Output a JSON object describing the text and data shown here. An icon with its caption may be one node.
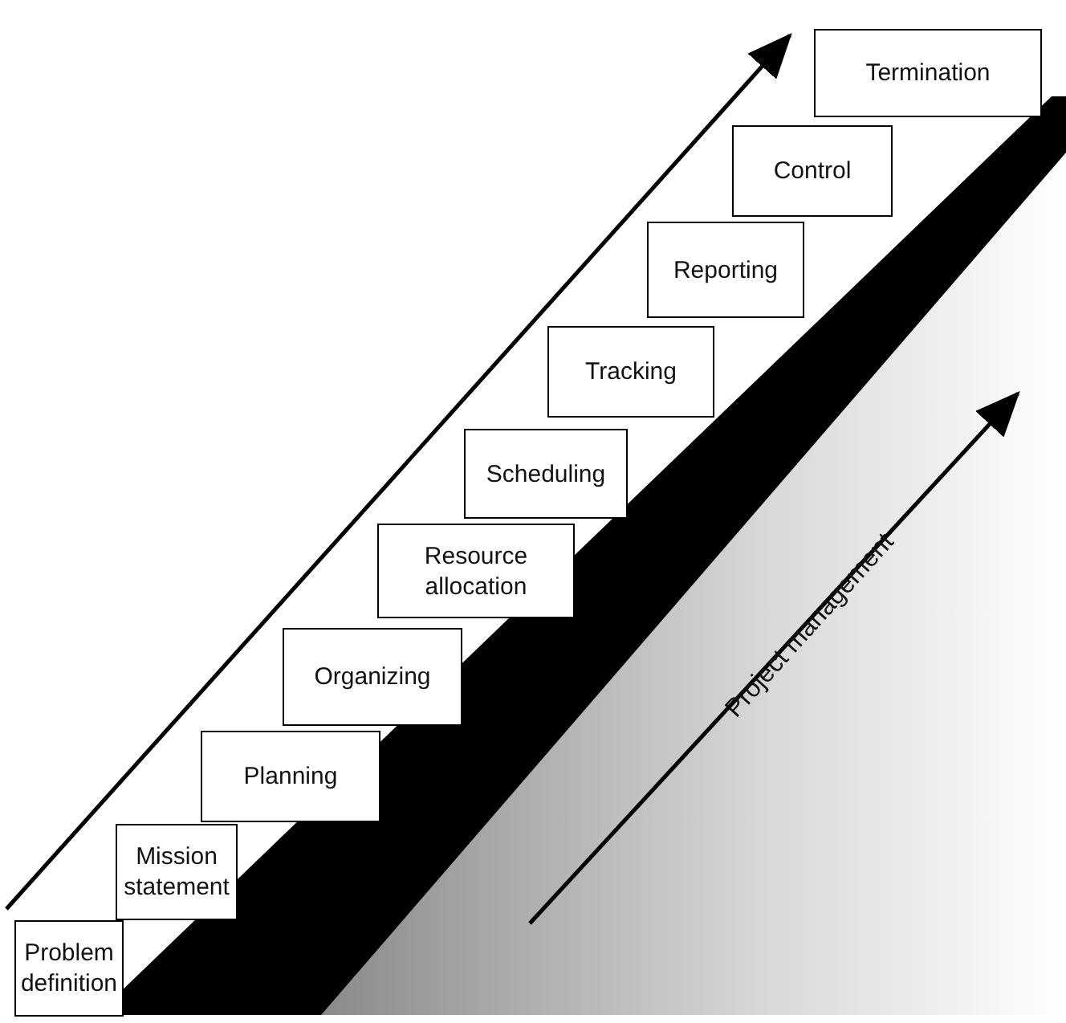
{
  "diagram": {
    "nodes": [
      {
        "text": [
          "Problem definition"
        ]
      },
      {
        "text": [
          "Mission statement"
        ]
      },
      {
        "text": [
          "Planning"
        ]
      },
      {
        "text": [
          "Organizing"
        ]
      },
      {
        "text": [
          "Resource allocation"
        ]
      },
      {
        "text": [
          "Scheduling"
        ]
      },
      {
        "text": [
          "Tracking"
        ]
      },
      {
        "text": [
          "Reporting"
        ]
      },
      {
        "text": [
          "Control"
        ]
      },
      {
        "text": [
          "Termination"
        ]
      }
    ],
    "edges": [],
    "labels": [
      "Project management"
    ]
  }
}
